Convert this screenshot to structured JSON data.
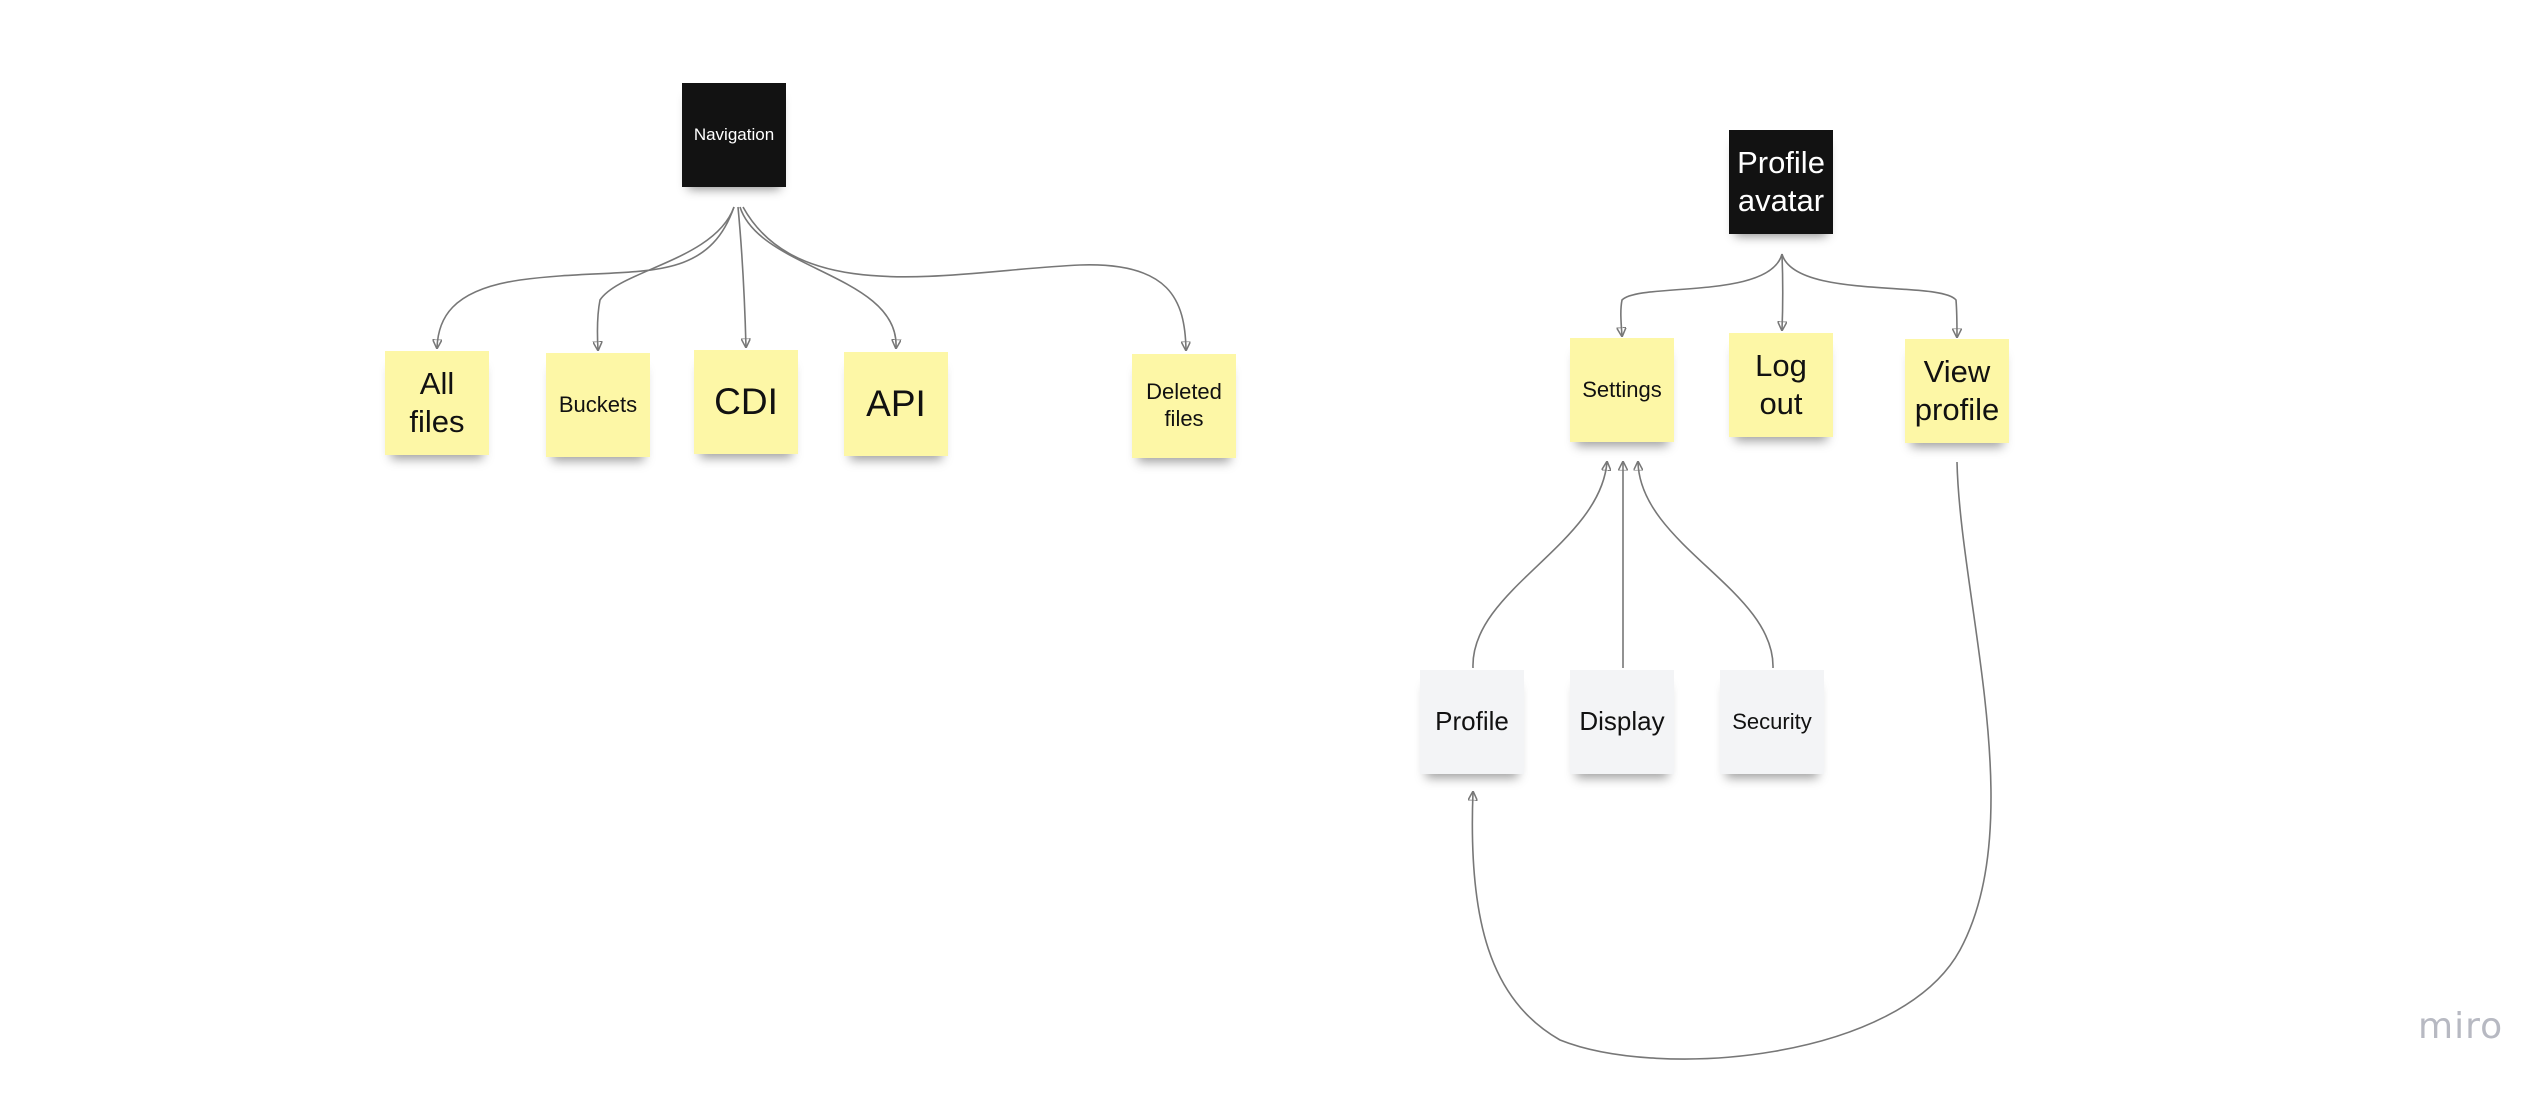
{
  "app": {
    "brand": "miro"
  },
  "colors": {
    "sticky_yellow": "#fdf7a6",
    "sticky_gray": "#f3f4f6",
    "sticky_dark": "#121212",
    "connector": "#777777"
  },
  "notes": {
    "navigation": "Navigation",
    "all_files": "All files",
    "buckets": "Buckets",
    "cdi": "CDI",
    "api": "API",
    "deleted_files": "Deleted files",
    "profile_avatar": "Profile avatar",
    "settings": "Settings",
    "log_out": "Log out",
    "view_profile": "View profile",
    "profile": "Profile",
    "display": "Display",
    "security": "Security"
  },
  "connections": [
    {
      "from": "navigation",
      "to": "all_files"
    },
    {
      "from": "navigation",
      "to": "buckets"
    },
    {
      "from": "navigation",
      "to": "cdi"
    },
    {
      "from": "navigation",
      "to": "api"
    },
    {
      "from": "navigation",
      "to": "deleted_files"
    },
    {
      "from": "profile_avatar",
      "to": "settings"
    },
    {
      "from": "profile_avatar",
      "to": "log_out"
    },
    {
      "from": "profile_avatar",
      "to": "view_profile"
    },
    {
      "from": "profile",
      "to": "settings"
    },
    {
      "from": "display",
      "to": "settings"
    },
    {
      "from": "security",
      "to": "settings"
    },
    {
      "from": "view_profile",
      "to": "profile"
    }
  ]
}
